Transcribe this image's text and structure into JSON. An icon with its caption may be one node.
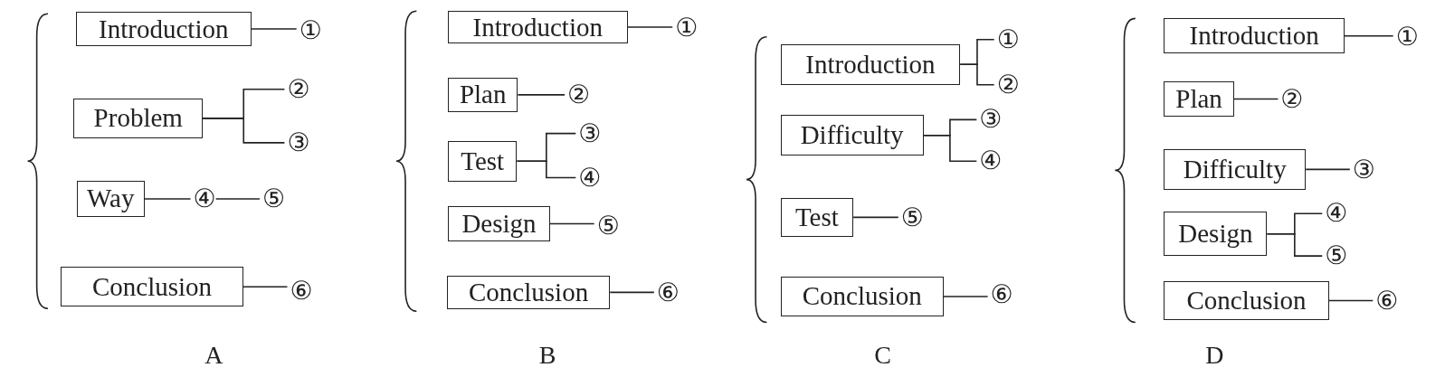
{
  "diagram": {
    "nodes": [
      {
        "text": [
          "Introduction"
        ]
      },
      {
        "text": [
          "①"
        ]
      },
      {
        "text": [
          "Problem"
        ]
      },
      {
        "text": [
          "②"
        ]
      },
      {
        "text": [
          "③"
        ]
      },
      {
        "text": [
          "Way"
        ]
      },
      {
        "text": [
          "④"
        ]
      },
      {
        "text": [
          "⑤"
        ]
      },
      {
        "text": [
          "Conclusion"
        ]
      },
      {
        "text": [
          "⑥"
        ]
      },
      {
        "text": [
          "Introduction"
        ]
      },
      {
        "text": [
          "①"
        ]
      },
      {
        "text": [
          "Plan"
        ]
      },
      {
        "text": [
          "②"
        ]
      },
      {
        "text": [
          "Test"
        ]
      },
      {
        "text": [
          "③"
        ]
      },
      {
        "text": [
          "④"
        ]
      },
      {
        "text": [
          "Design"
        ]
      },
      {
        "text": [
          "⑤"
        ]
      },
      {
        "text": [
          "Conclusion"
        ]
      },
      {
        "text": [
          "⑥"
        ]
      },
      {
        "text": [
          "Introduction"
        ]
      },
      {
        "text": [
          "①"
        ]
      },
      {
        "text": [
          "②"
        ]
      },
      {
        "text": [
          "Difficulty"
        ]
      },
      {
        "text": [
          "③"
        ]
      },
      {
        "text": [
          "④"
        ]
      },
      {
        "text": [
          "Test"
        ]
      },
      {
        "text": [
          "⑤"
        ]
      },
      {
        "text": [
          "Conclusion"
        ]
      },
      {
        "text": [
          "⑥"
        ]
      },
      {
        "text": [
          "Introduction"
        ]
      },
      {
        "text": [
          "①"
        ]
      },
      {
        "text": [
          "Plan"
        ]
      },
      {
        "text": [
          "②"
        ]
      },
      {
        "text": [
          "Difficulty"
        ]
      },
      {
        "text": [
          "③"
        ]
      },
      {
        "text": [
          "Design"
        ]
      },
      {
        "text": [
          "④"
        ]
      },
      {
        "text": [
          "⑤"
        ]
      },
      {
        "text": [
          "Conclusion"
        ]
      },
      {
        "text": [
          "⑥"
        ]
      }
    ],
    "edges": [
      {
        "from": 0,
        "to": 1,
        "arrow": "none"
      },
      {
        "from": 2,
        "to": 3,
        "arrow": "none"
      },
      {
        "from": 2,
        "to": 4,
        "arrow": "none"
      },
      {
        "from": 5,
        "to": 6,
        "arrow": "none"
      },
      {
        "from": 6,
        "to": 7,
        "arrow": "none"
      },
      {
        "from": 8,
        "to": 9,
        "arrow": "none"
      },
      {
        "from": 10,
        "to": 11,
        "arrow": "none"
      },
      {
        "from": 12,
        "to": 13,
        "arrow": "none"
      },
      {
        "from": 14,
        "to": 15,
        "arrow": "none"
      },
      {
        "from": 14,
        "to": 16,
        "arrow": "none"
      },
      {
        "from": 17,
        "to": 18,
        "arrow": "none"
      },
      {
        "from": 19,
        "to": 20,
        "arrow": "none"
      },
      {
        "from": 21,
        "to": 22,
        "arrow": "none"
      },
      {
        "from": 21,
        "to": 23,
        "arrow": "none"
      },
      {
        "from": 24,
        "to": 25,
        "arrow": "none"
      },
      {
        "from": 24,
        "to": 26,
        "arrow": "none"
      },
      {
        "from": 27,
        "to": 28,
        "arrow": "none"
      },
      {
        "from": 29,
        "to": 30,
        "arrow": "none"
      },
      {
        "from": 31,
        "to": 32,
        "arrow": "none"
      },
      {
        "from": 33,
        "to": 34,
        "arrow": "none"
      },
      {
        "from": 35,
        "to": 36,
        "arrow": "none"
      },
      {
        "from": 37,
        "to": 38,
        "arrow": "none"
      },
      {
        "from": 37,
        "to": 39,
        "arrow": "none"
      },
      {
        "from": 40,
        "to": 41,
        "arrow": "none"
      }
    ],
    "labels": [
      "A",
      "B",
      "C",
      "D"
    ]
  }
}
